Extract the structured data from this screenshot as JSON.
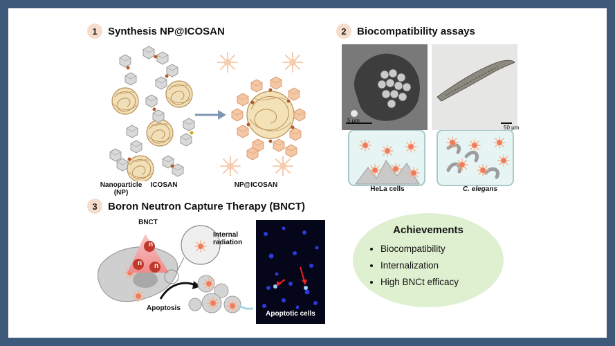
{
  "sections": {
    "s1": {
      "number": "1",
      "title": "Synthesis NP@ICOSAN"
    },
    "s2": {
      "number": "2",
      "title": "Biocompatibility assays"
    },
    "s3": {
      "number": "3",
      "title": "Boron Neutron Capture Therapy (BNCT)"
    }
  },
  "synthesis": {
    "np_label_line1": "Nanoparticle",
    "np_label_line2": "(NP)",
    "icosan_label": "ICOSAN",
    "product_label": "NP@ICOSAN"
  },
  "biocompat": {
    "hela_scale": "5 μm",
    "elegans_scale": "50 μm",
    "hela_label": "HeLa cells",
    "elegans_label": "C. elegans"
  },
  "bnct": {
    "beam_label": "BNCT",
    "neutron_symbol": "n",
    "radiation_line1": "Internal",
    "radiation_line2": "radiation",
    "apoptosis_label": "Apoptosis",
    "apoptotic_label": "Apoptotic cells"
  },
  "achievements": {
    "title": "Achievements",
    "items": [
      "Biocompatibility",
      "Internalization",
      "High BNCt efficacy"
    ]
  }
}
